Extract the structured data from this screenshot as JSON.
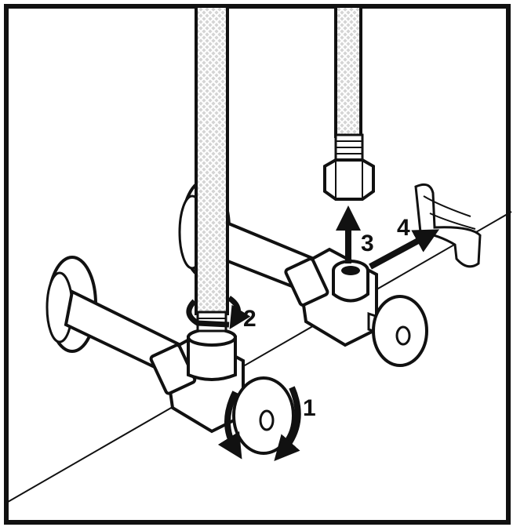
{
  "diagram": {
    "steps": [
      {
        "number": "1"
      },
      {
        "number": "2"
      },
      {
        "number": "3"
      },
      {
        "number": "4"
      }
    ]
  },
  "colors": {
    "line": "#111111",
    "hose_braid": "#c8c8c8",
    "background": "#ffffff"
  }
}
